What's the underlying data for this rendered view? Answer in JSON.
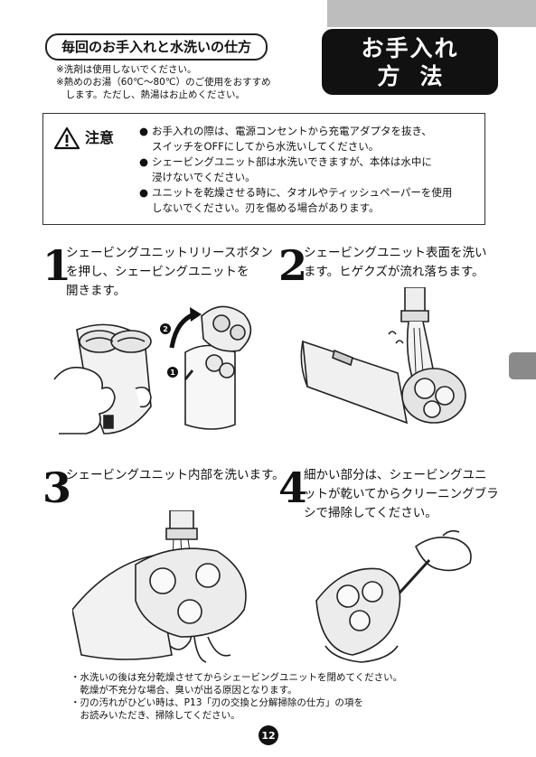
{
  "category": {
    "line1": "お手入れ",
    "line2": "方法"
  },
  "section_title": "毎回のお手入れと水洗いの仕方",
  "section_notes": [
    "※洗剤は使用しないでください。",
    "※熱めのお湯（60℃〜80℃）のご使用をおすすめ",
    "　します。ただし、熱湯はお止めください。"
  ],
  "caution": {
    "label": "注意",
    "items": [
      {
        "bullet": "●",
        "lines": [
          "お手入れの際は、電源コンセントから充電アダプタを抜き、",
          "スイッチをOFFにしてから水洗いしてください。"
        ]
      },
      {
        "bullet": "●",
        "lines": [
          "シェービングユニット部は水洗いできますが、本体は水中に",
          "浸けないでください。"
        ]
      },
      {
        "bullet": "●",
        "lines": [
          "ユニットを乾燥させる時に、タオルやティッシュペーパーを使用",
          "しないでください。刃を傷める場合があります。"
        ]
      }
    ]
  },
  "steps": [
    {
      "number": "1",
      "lines": [
        "シェービングユニットリリースボタン",
        "を押し、シェービングユニットを",
        "開きます。"
      ]
    },
    {
      "number": "2",
      "lines": [
        "シェービングユニット表面を洗い",
        "ます。ヒゲクズが流れ落ちます。"
      ]
    },
    {
      "number": "3",
      "lines": [
        "シェービングユニット内部を洗います。"
      ]
    },
    {
      "number": "4",
      "lines": [
        "細かい部分は、シェービングユニ",
        "ットが乾いてからクリーニングブラ",
        "シで掃除してください。"
      ]
    }
  ],
  "illustration_markers": {
    "first": "1",
    "second": "2"
  },
  "bottom_notes": [
    "・水洗いの後は充分乾燥させてからシェービングユニットを閉めてください。",
    "　乾燥が不充分な場合、臭いが出る原因となります。",
    "・刃の汚れがひどい時は、P13「刃の交換と分解掃除の仕方」の項を",
    "　お読みいただき、掃除してください。"
  ],
  "page_number": "12",
  "icons": {
    "caution": "warning-triangle-icon",
    "illustrations": [
      "shaver-open-illustration",
      "shaver-rinse-head-illustration",
      "shaver-rinse-inside-illustration",
      "shaver-brush-illustration"
    ]
  }
}
